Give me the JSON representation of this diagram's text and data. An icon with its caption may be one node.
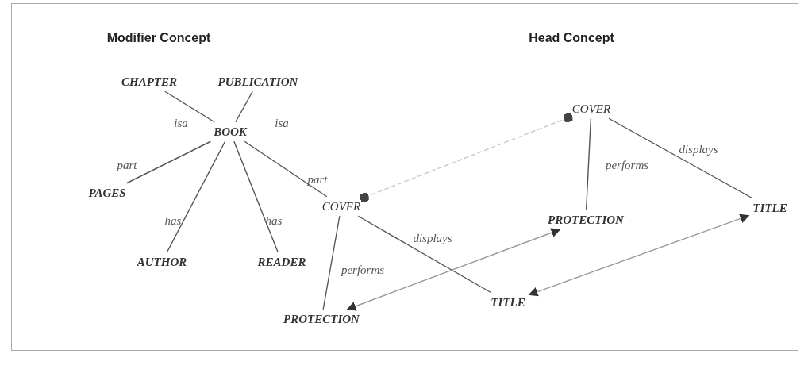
{
  "diagram": {
    "nodes": [
      {
        "text": [
          "CHAPTER"
        ]
      },
      {
        "text": [
          "PUBLICATION"
        ]
      },
      {
        "text": [
          "BOOK"
        ]
      },
      {
        "text": [
          "PAGES"
        ]
      },
      {
        "text": [
          "COVER"
        ]
      },
      {
        "text": [
          "AUTHOR"
        ]
      },
      {
        "text": [
          "READER"
        ]
      },
      {
        "text": [
          "PROTECTION"
        ]
      },
      {
        "text": [
          "TITLE"
        ]
      },
      {
        "text": [
          "COVER"
        ]
      },
      {
        "text": [
          "PROTECTION"
        ]
      },
      {
        "text": [
          "TITLE"
        ]
      }
    ],
    "edges": [
      {
        "from": 0,
        "to": 2,
        "arrow": "none",
        "label": "isa"
      },
      {
        "from": 1,
        "to": 2,
        "arrow": "none",
        "label": "isa"
      },
      {
        "from": 2,
        "to": 3,
        "arrow": "none",
        "label": "part"
      },
      {
        "from": 2,
        "to": 4,
        "arrow": "none",
        "label": "part"
      },
      {
        "from": 2,
        "to": 5,
        "arrow": "none",
        "label": "has"
      },
      {
        "from": 2,
        "to": 6,
        "arrow": "none",
        "label": "has"
      },
      {
        "from": 4,
        "to": 7,
        "arrow": "none",
        "label": "performs"
      },
      {
        "from": 4,
        "to": 8,
        "arrow": "none",
        "label": "displays"
      },
      {
        "from": 9,
        "to": 10,
        "arrow": "none",
        "label": "performs"
      },
      {
        "from": 9,
        "to": 11,
        "arrow": "none",
        "label": "displays"
      },
      {
        "from": 4,
        "to": 9,
        "arrow": "other",
        "style": "dashed",
        "color": "#c8c8c8"
      },
      {
        "from": 10,
        "to": 7,
        "arrow": "both",
        "color": "#9a9a9a"
      },
      {
        "from": 8,
        "to": 11,
        "arrow": "both",
        "color": "#9a9a9a"
      }
    ],
    "labels": [
      "Modifier Concept",
      "Head Concept"
    ]
  }
}
